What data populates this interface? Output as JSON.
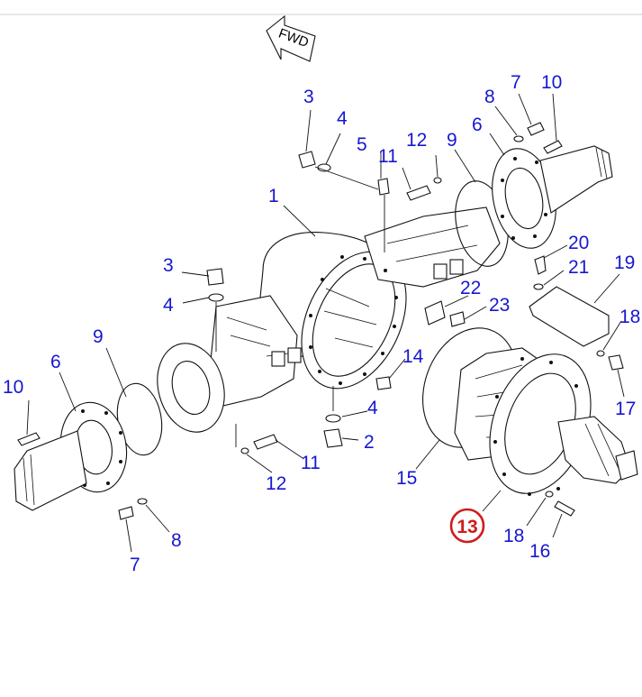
{
  "fwd_label": "FWD",
  "highlight_color": "#d01b1b",
  "callout_color": "#1717d0",
  "callouts": {
    "c1": "1",
    "c2": "2",
    "c3_top": "3",
    "c3_left": "3",
    "c4_top": "4",
    "c4_left": "4",
    "c4_bottom": "4",
    "c5": "5",
    "c6_top": "6",
    "c6_left": "6",
    "c7_top": "7",
    "c7_bottom": "7",
    "c8_top": "8",
    "c8_bottom": "8",
    "c9_top": "9",
    "c9_left": "9",
    "c10_top": "10",
    "c10_left": "10",
    "c11_top": "11",
    "c11_bottom": "11",
    "c12_top": "12",
    "c12_bottom": "12",
    "c13": "13",
    "c14": "14",
    "c15": "15",
    "c16": "16",
    "c17": "17",
    "c18_right": "18",
    "c18_bottom": "18",
    "c19": "19",
    "c20": "20",
    "c21": "21",
    "c22": "22",
    "c23": "23"
  }
}
